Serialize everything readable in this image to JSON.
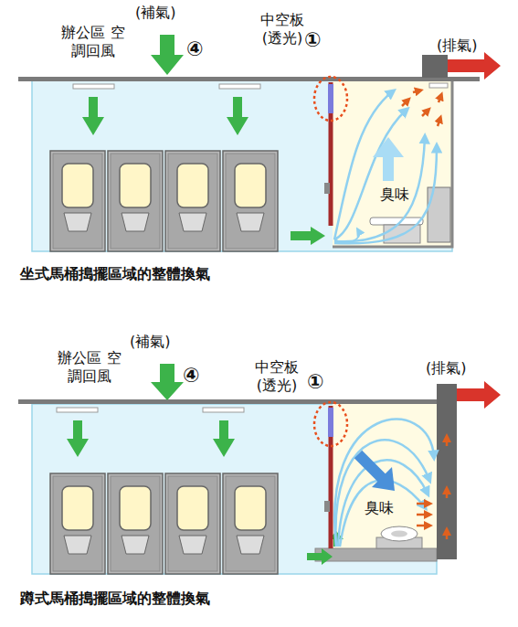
{
  "diagram": {
    "labels": [
      "(補氣)",
      "④",
      "辦公區 空調回風",
      "中空板 (透光)",
      "①",
      "(排氣)",
      "臭味",
      "坐式馬桶搗擺區域的整體換氣",
      "(補氣)",
      "④",
      "辦公區 空調回風",
      "中空板 (透光)",
      "①",
      "(排氣)",
      "臭味",
      "蹲式馬桶搗擺區域的整體換氣"
    ]
  }
}
